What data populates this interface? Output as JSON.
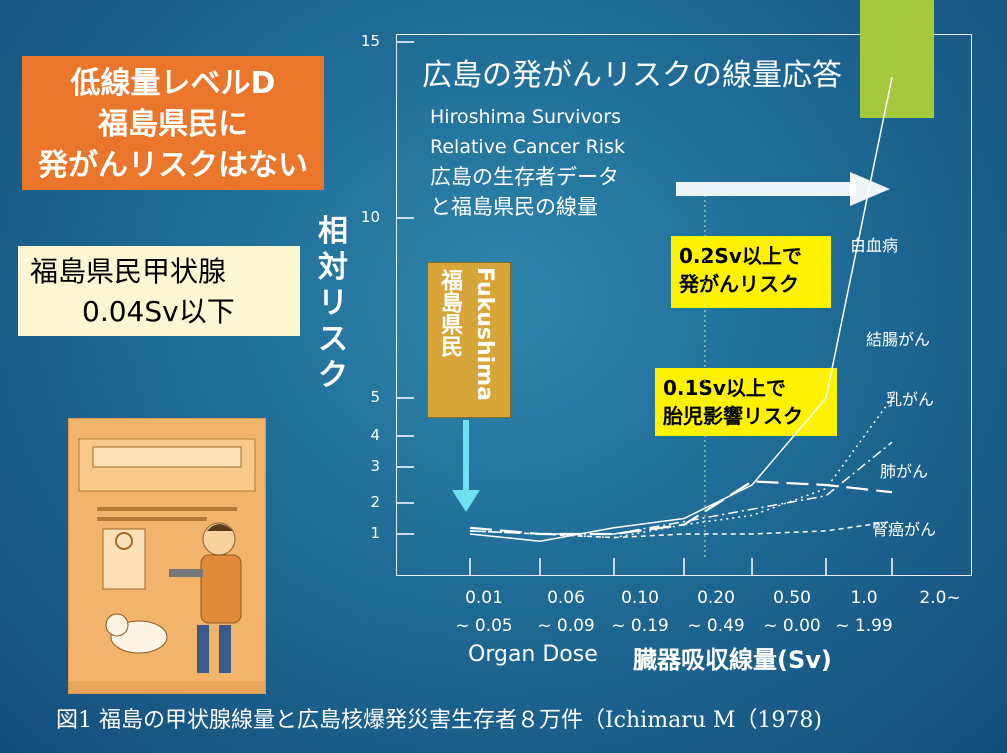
{
  "headline_box": {
    "lines": [
      "低線量レベルD",
      "福島県民に",
      "発がんリスクはない"
    ]
  },
  "thyroid_box": {
    "line1": "福島県民甲状腺",
    "line2": "0.04Sv以下"
  },
  "chart_data": {
    "type": "line",
    "title": "広島の発がんリスクの線量応答",
    "description": [
      "Hiroshima Survivors",
      "Relative Cancer Risk",
      "広島の生存者データ",
      "と福島県民の線量"
    ],
    "ylabel": "相対リスク",
    "xlabel": "臓器吸収線量(Sv)",
    "xlabel_en": "Organ Dose",
    "ylim": [
      0,
      15
    ],
    "y_ticks": [
      "1",
      "2",
      "3",
      "4",
      "5",
      "10",
      "15"
    ],
    "categories": [
      {
        "top": "0.01",
        "bottom": "~ 0.05"
      },
      {
        "top": "0.06",
        "bottom": "~ 0.09"
      },
      {
        "top": "0.10",
        "bottom": "~ 0.19"
      },
      {
        "top": "0.20",
        "bottom": "~ 0.49"
      },
      {
        "top": "0.50",
        "bottom": "~ 0.00"
      },
      {
        "top": "1.0",
        "bottom": "~ 1.99"
      },
      {
        "top": "2.0~",
        "bottom": ""
      }
    ],
    "series": [
      {
        "name": "白血病",
        "style": "solid",
        "values": [
          1.0,
          0.8,
          1.2,
          1.5,
          2.5,
          5.0,
          14.0
        ]
      },
      {
        "name": "結腸がん",
        "style": "dotted",
        "values": [
          1.1,
          1.0,
          0.9,
          1.3,
          1.6,
          2.4,
          5.0
        ]
      },
      {
        "name": "乳がん",
        "style": "dashdot",
        "values": [
          1.1,
          1.0,
          1.0,
          1.4,
          1.8,
          2.2,
          3.8
        ]
      },
      {
        "name": "肺がん",
        "style": "longdash",
        "values": [
          1.2,
          1.0,
          1.0,
          1.3,
          2.6,
          2.5,
          2.3
        ]
      },
      {
        "name": "腎癌がん",
        "style": "shortdash",
        "values": [
          1.1,
          1.0,
          0.9,
          1.0,
          1.0,
          1.1,
          1.4
        ]
      }
    ],
    "fukushima_label_en": "Fukushima",
    "fukushima_label_ja": "福島県民",
    "annotations": [
      "0.2Sv以上で",
      "発がんリスク",
      "0.1Sv以上で",
      "胎児影響リスク"
    ],
    "grid": false
  },
  "callouts": {
    "cancer": [
      "0.2Sv以上で",
      "発がんリスク"
    ],
    "fetal": [
      "0.1Sv以上で",
      "胎児影響リスク"
    ]
  },
  "caption": "図1 福島の甲状腺線量と広島核爆発災害生存者８万件（Ichimaru M（1978)",
  "colors": {
    "orange": "#e9762a",
    "cream": "#fbf7d2",
    "yellow": "#fff200",
    "green": "#a4c93c",
    "gold": "#d8a638",
    "cyan_arrow": "#6fe0ee"
  }
}
